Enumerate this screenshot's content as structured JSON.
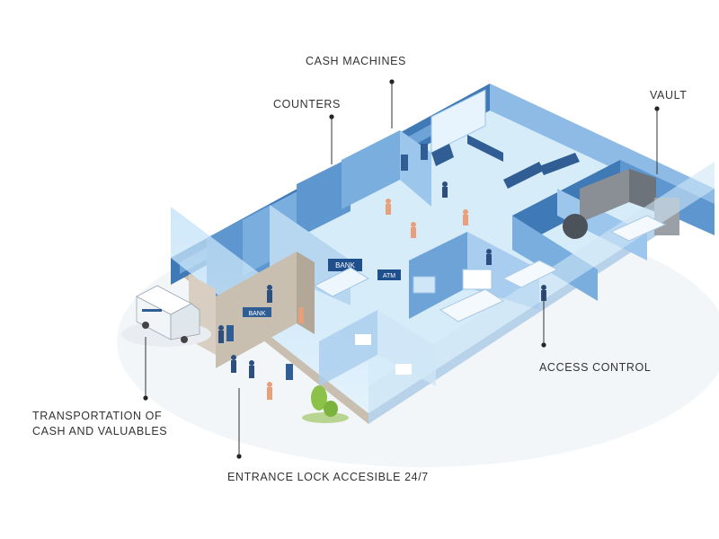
{
  "labels": {
    "cash_machines": "CASH MACHINES",
    "counters": "COUNTERS",
    "vault": "VAULT",
    "access_control": "ACCESS CONTROL",
    "transportation_line1": "TRANSPORTATION OF",
    "transportation_line2": "CASH AND VALUABLES",
    "entrance_lock": "ENTRANCE LOCK ACCESIBLE 24/7"
  },
  "signs": {
    "bank_sign": "BANK",
    "atm_sign": "ATM",
    "entrance_sign": "BANK"
  },
  "colors": {
    "floor": "#d6ecf8",
    "wall_dark": "#3f79b6",
    "wall_mid": "#6ea3d8",
    "wall_light": "#b7d6f0",
    "wall_top": "#dfeefb",
    "base": "#cfc6b8",
    "text": "#333333"
  }
}
